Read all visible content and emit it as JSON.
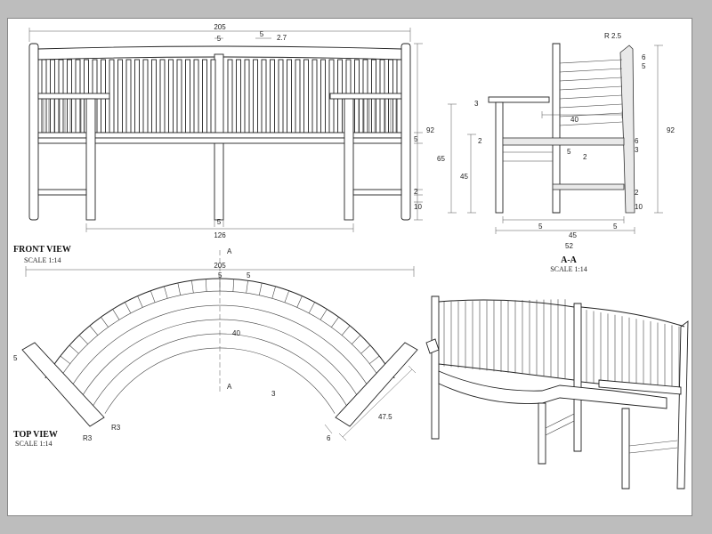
{
  "front_view": {
    "title": "FRONT VIEW",
    "scale": "SCALE 1:14",
    "dims": {
      "overall_width": "205",
      "post_top": "5",
      "slat_width": "2.7",
      "slat_gap": "5",
      "height": "92",
      "arm_drop": "5",
      "rail": "2",
      "foot": "10",
      "leg": "5",
      "span": "126"
    }
  },
  "section_view": {
    "title": "A-A",
    "scale": "SCALE 1:14",
    "dims": {
      "radius": "R 2.5",
      "top_rail": "6",
      "top_rail_gap": "5",
      "height": "92",
      "arm": "3",
      "back_depth": "40",
      "seat_h": "65",
      "seat_rail": "2",
      "arm_rail": "3",
      "arm_gap": "6",
      "leg_h": "45",
      "seat_slat": "5",
      "seat_slat_gap": "2",
      "stretcher": "2",
      "foot": "10",
      "leg_l": "5",
      "inner": "45",
      "leg_r": "5",
      "depth": "52"
    }
  },
  "top_view": {
    "title": "TOP VIEW",
    "scale": "SCALE 1:14",
    "section_mark": "A",
    "dims": {
      "overall": "205",
      "post": "5",
      "slat": "5",
      "end": "5",
      "depth": "40",
      "gap": "3",
      "arm_len": "47.5",
      "arm_w": "6",
      "radius": "R3"
    }
  }
}
